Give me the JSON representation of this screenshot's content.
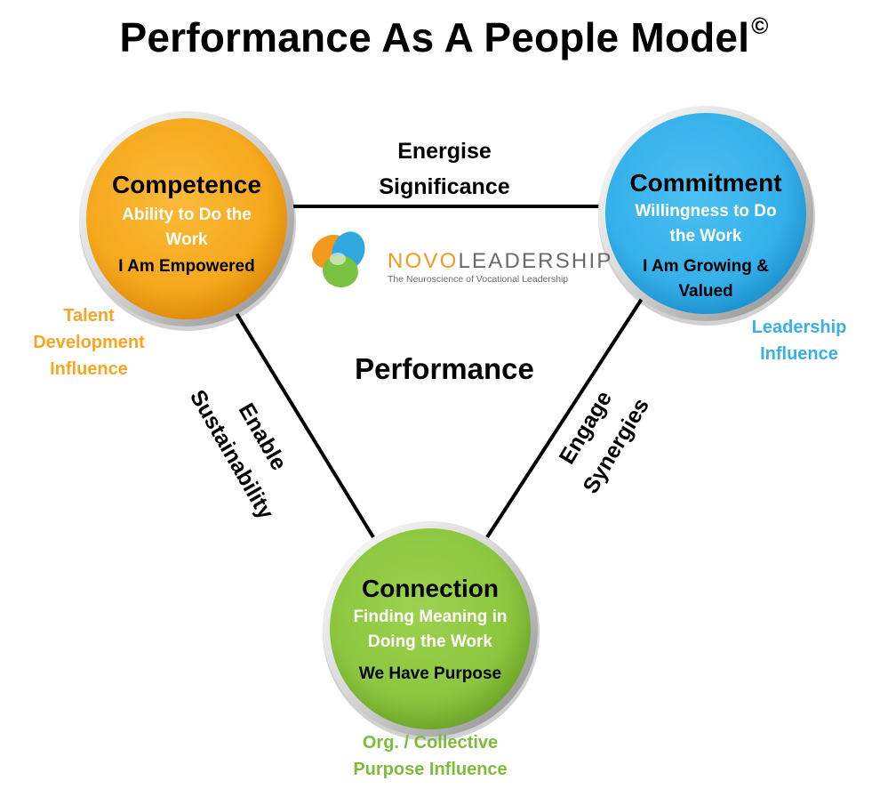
{
  "title": "Performance As A People Model",
  "title_mark": "©",
  "center_label": "Performance",
  "logo": {
    "word_part1": "NOVO",
    "word_part2": "LEADERSHIP",
    "tagline": "The Neuroscience of Vocational Leadership"
  },
  "nodes": {
    "competence": {
      "title": "Competence",
      "line1": "Ability to Do the",
      "line2": "Work",
      "statement": "I Am Empowered",
      "color": "#f5a81c",
      "influence": [
        "Talent",
        "Development",
        "Influence"
      ],
      "influence_color": "#f5a623"
    },
    "commitment": {
      "title": "Commitment",
      "line1": "Willingness to Do",
      "line2": "the Work",
      "statement1": "I Am Growing &",
      "statement2": "Valued",
      "color": "#3bb3ea",
      "influence": [
        "Leadership",
        "Influence"
      ],
      "influence_color": "#3aaee6"
    },
    "connection": {
      "title": "Connection",
      "line1": "Finding Meaning in",
      "line2": "Doing the Work",
      "statement": "We Have Purpose",
      "color": "#8cc63f",
      "influence": [
        "Org. / Collective",
        "Purpose Influence"
      ],
      "influence_color": "#7dbb3a"
    }
  },
  "edges": {
    "top": [
      "Energise",
      "Significance"
    ],
    "left": [
      "Enable",
      "Sustainability"
    ],
    "right": [
      "Engage",
      "Synergies"
    ]
  }
}
